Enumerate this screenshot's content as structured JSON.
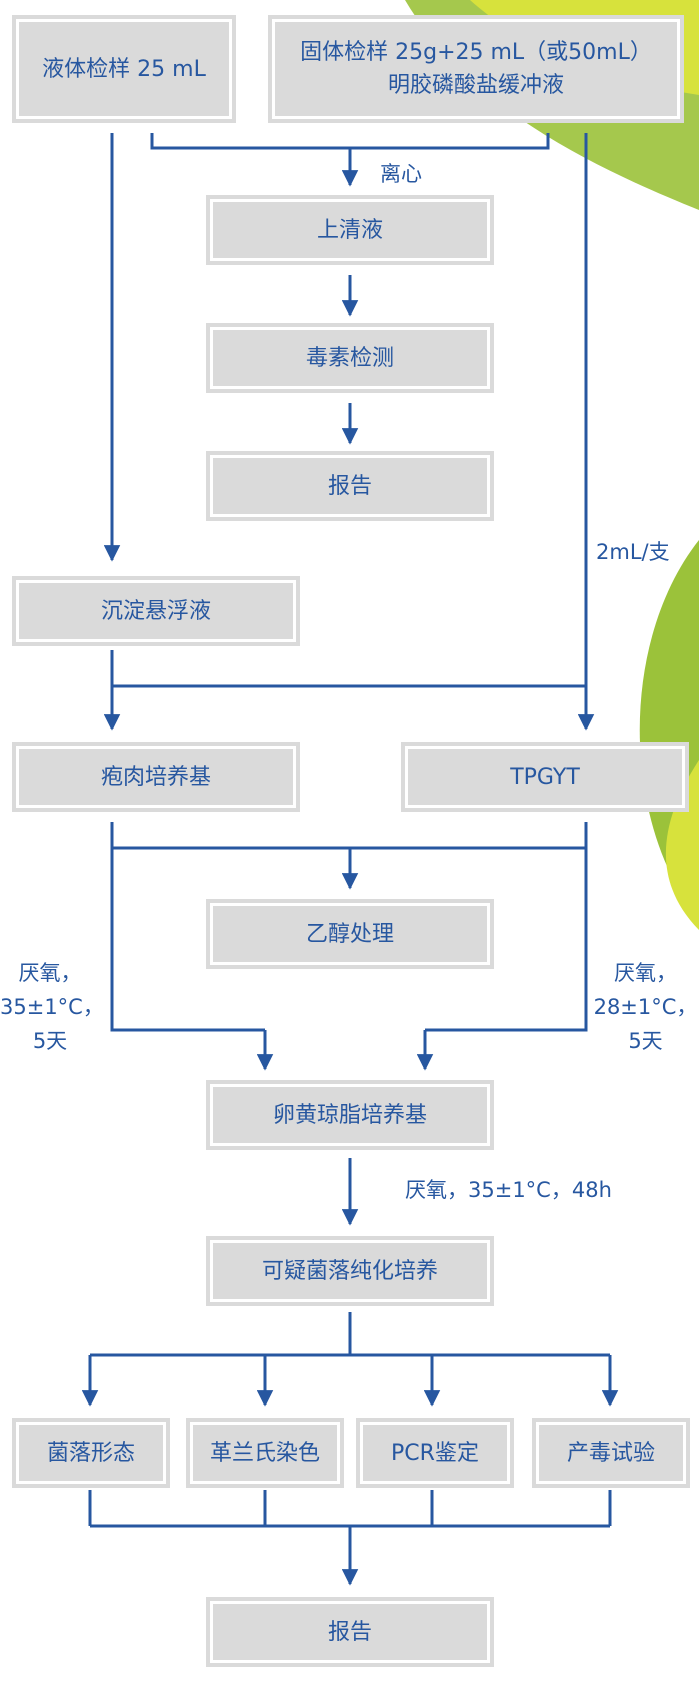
{
  "colors": {
    "accent": "#2757a0",
    "box_fill": "#dadada",
    "leaf_green": "#9bc23a",
    "leaf_yellow": "#d7e23c"
  },
  "boxes": {
    "liquid_sample": "液体检样 25 mL",
    "solid_sample_line1": "固体检样 25g+25 mL（或50mL）",
    "solid_sample_line2": "明胶磷酸盐缓冲液",
    "supernatant": "上清液",
    "toxin_test": "毒素检测",
    "report_top": "报告",
    "sediment": "沉淀悬浮液",
    "cooked_meat_medium": "疱肉培养基",
    "tpgyt": "TPGYT",
    "ethanol_treatment": "乙醇处理",
    "egg_yolk_agar": "卵黄琼脂培养基",
    "suspect_colony_purification": "可疑菌落纯化培养",
    "colony_morphology": "菌落形态",
    "gram_stain": "革兰氏染色",
    "pcr_identification": "PCR鉴定",
    "toxigenicity_test": "产毒试验",
    "report_bottom": "报告"
  },
  "labels": {
    "centrifuge": "离心",
    "per_tube": "2mL/支",
    "left_cond_1": "厌氧，",
    "left_cond_2": "35±1°C，",
    "left_cond_3": "5天",
    "right_cond_1": "厌氧，",
    "right_cond_2": "28±1°C，",
    "right_cond_3": "5天",
    "agar_cond": "厌氧，35±1°C，48h"
  }
}
